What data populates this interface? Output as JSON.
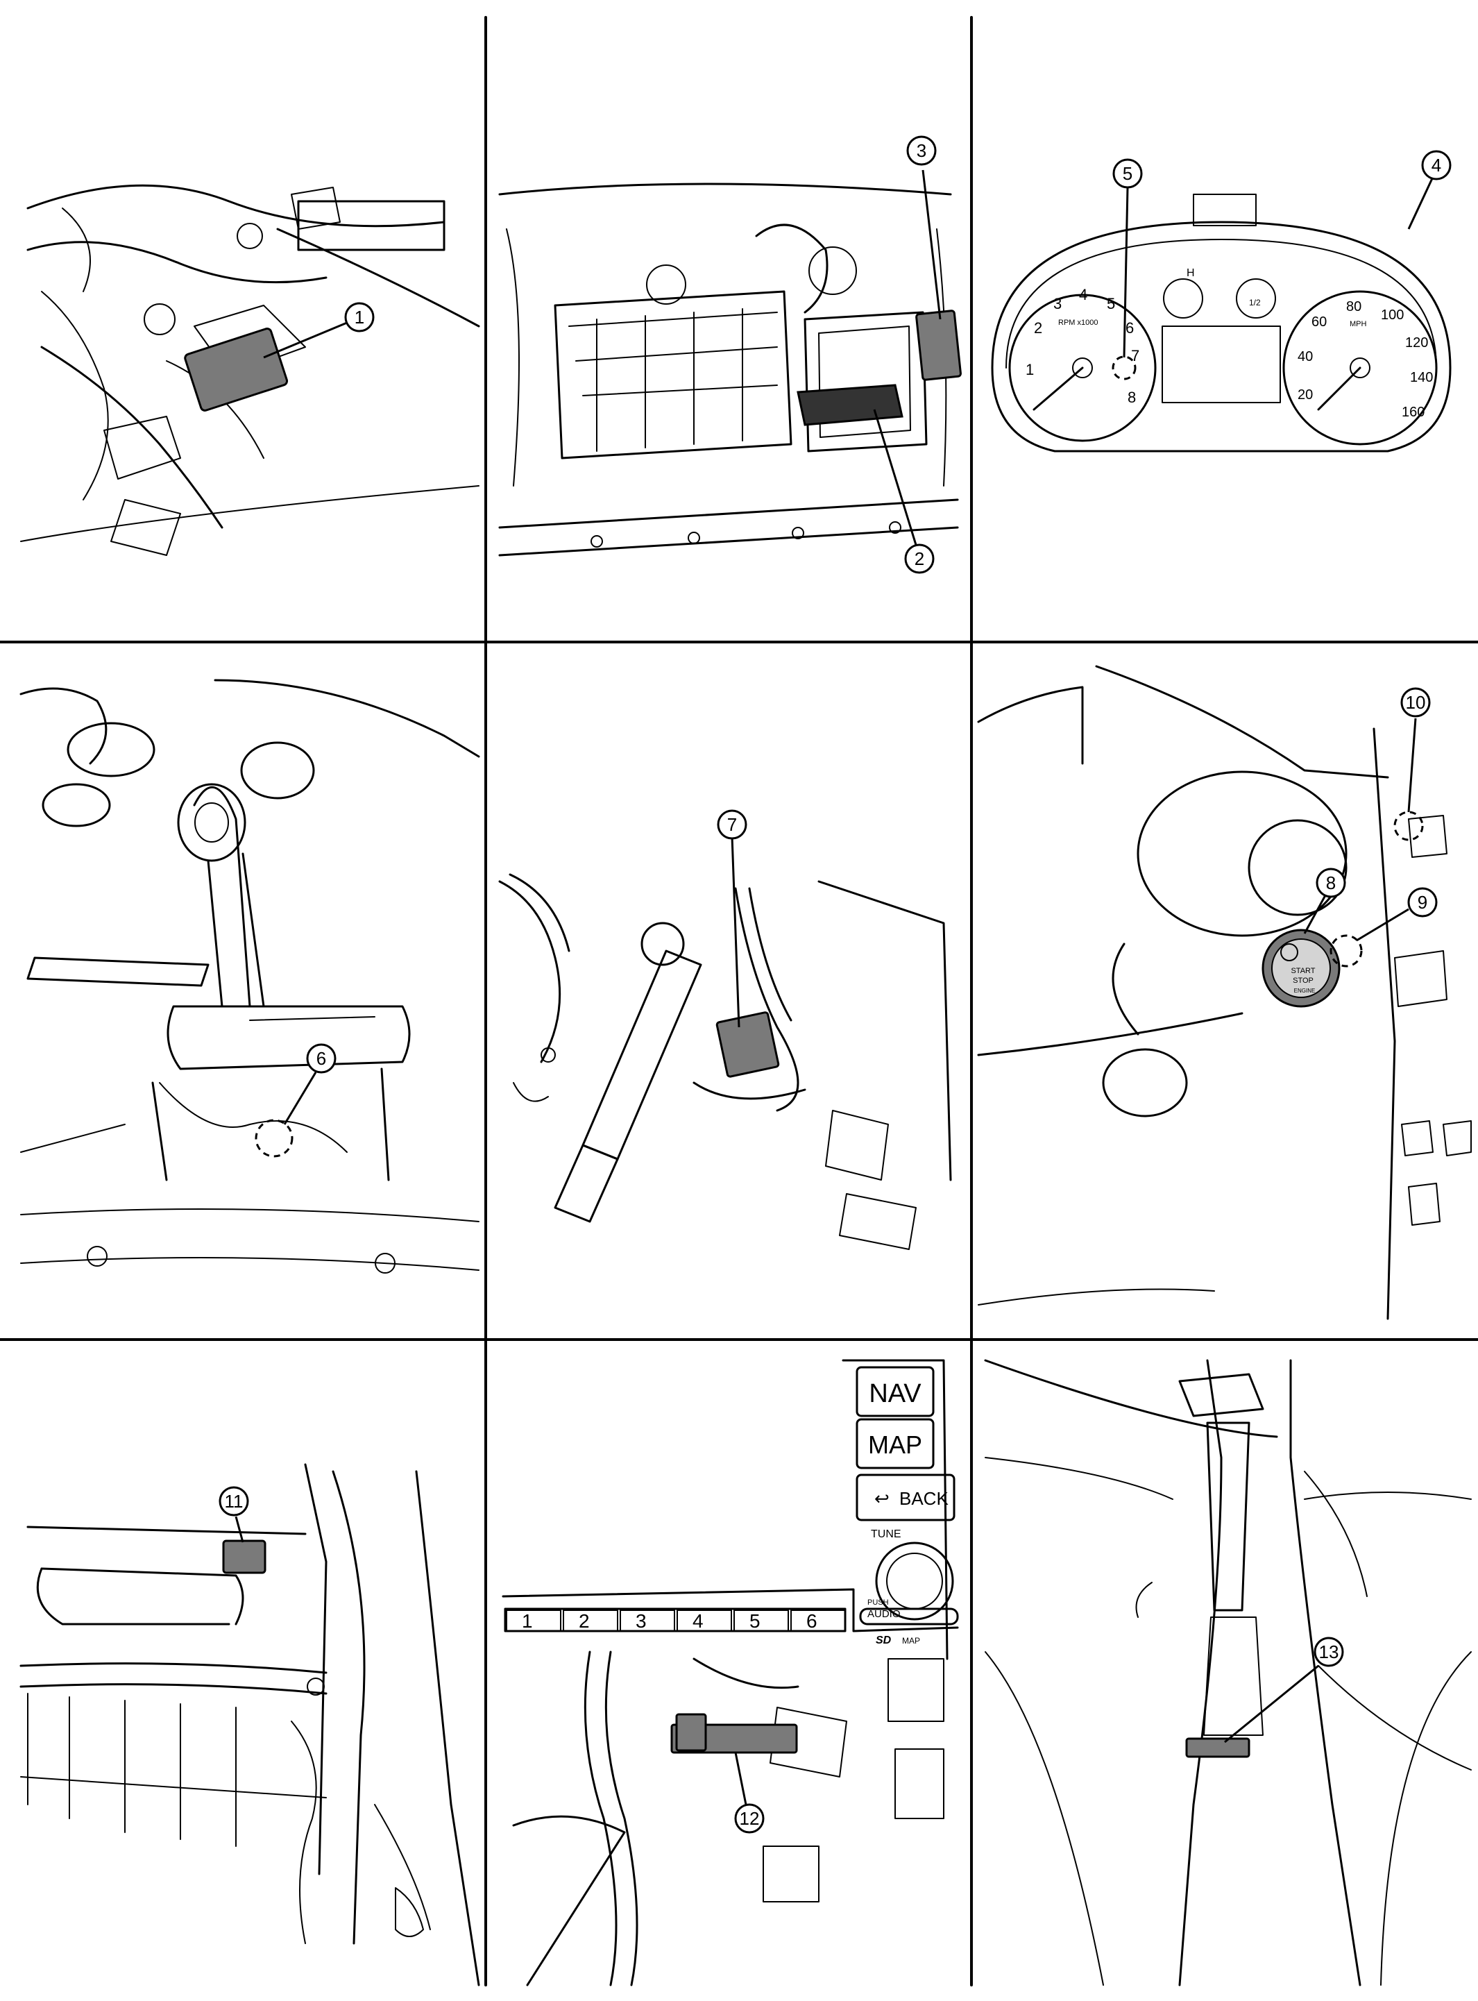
{
  "callouts": [
    {
      "n": "1"
    },
    {
      "n": "2"
    },
    {
      "n": "3"
    },
    {
      "n": "4"
    },
    {
      "n": "5"
    },
    {
      "n": "6"
    },
    {
      "n": "7"
    },
    {
      "n": "8"
    },
    {
      "n": "9"
    },
    {
      "n": "10"
    },
    {
      "n": "11"
    },
    {
      "n": "12"
    },
    {
      "n": "13"
    }
  ],
  "cluster": {
    "tach": [
      "1",
      "2",
      "3",
      "4",
      "5",
      "6",
      "7",
      "8"
    ],
    "tach_unit": "RPM x1000",
    "speedo": [
      "20",
      "40",
      "60",
      "80",
      "100",
      "120",
      "140",
      "160"
    ],
    "speedo_unit": "MPH",
    "gauge_h": "H",
    "gauge_half": "1/2"
  },
  "start_button": {
    "line1": "START",
    "line2": "STOP",
    "line3": "ENGINE"
  },
  "audio": {
    "nav": "NAV",
    "map": "MAP",
    "back": "BACK",
    "tune": "TUNE",
    "push": "PUSH",
    "audio": "AUDIO",
    "presets": [
      "1",
      "2",
      "3",
      "4",
      "5",
      "6"
    ],
    "sd": "SD",
    "sd_map": "MAP"
  },
  "colors": {
    "line": "#000000",
    "component": "#7a7a7a",
    "background": "#ffffff"
  }
}
